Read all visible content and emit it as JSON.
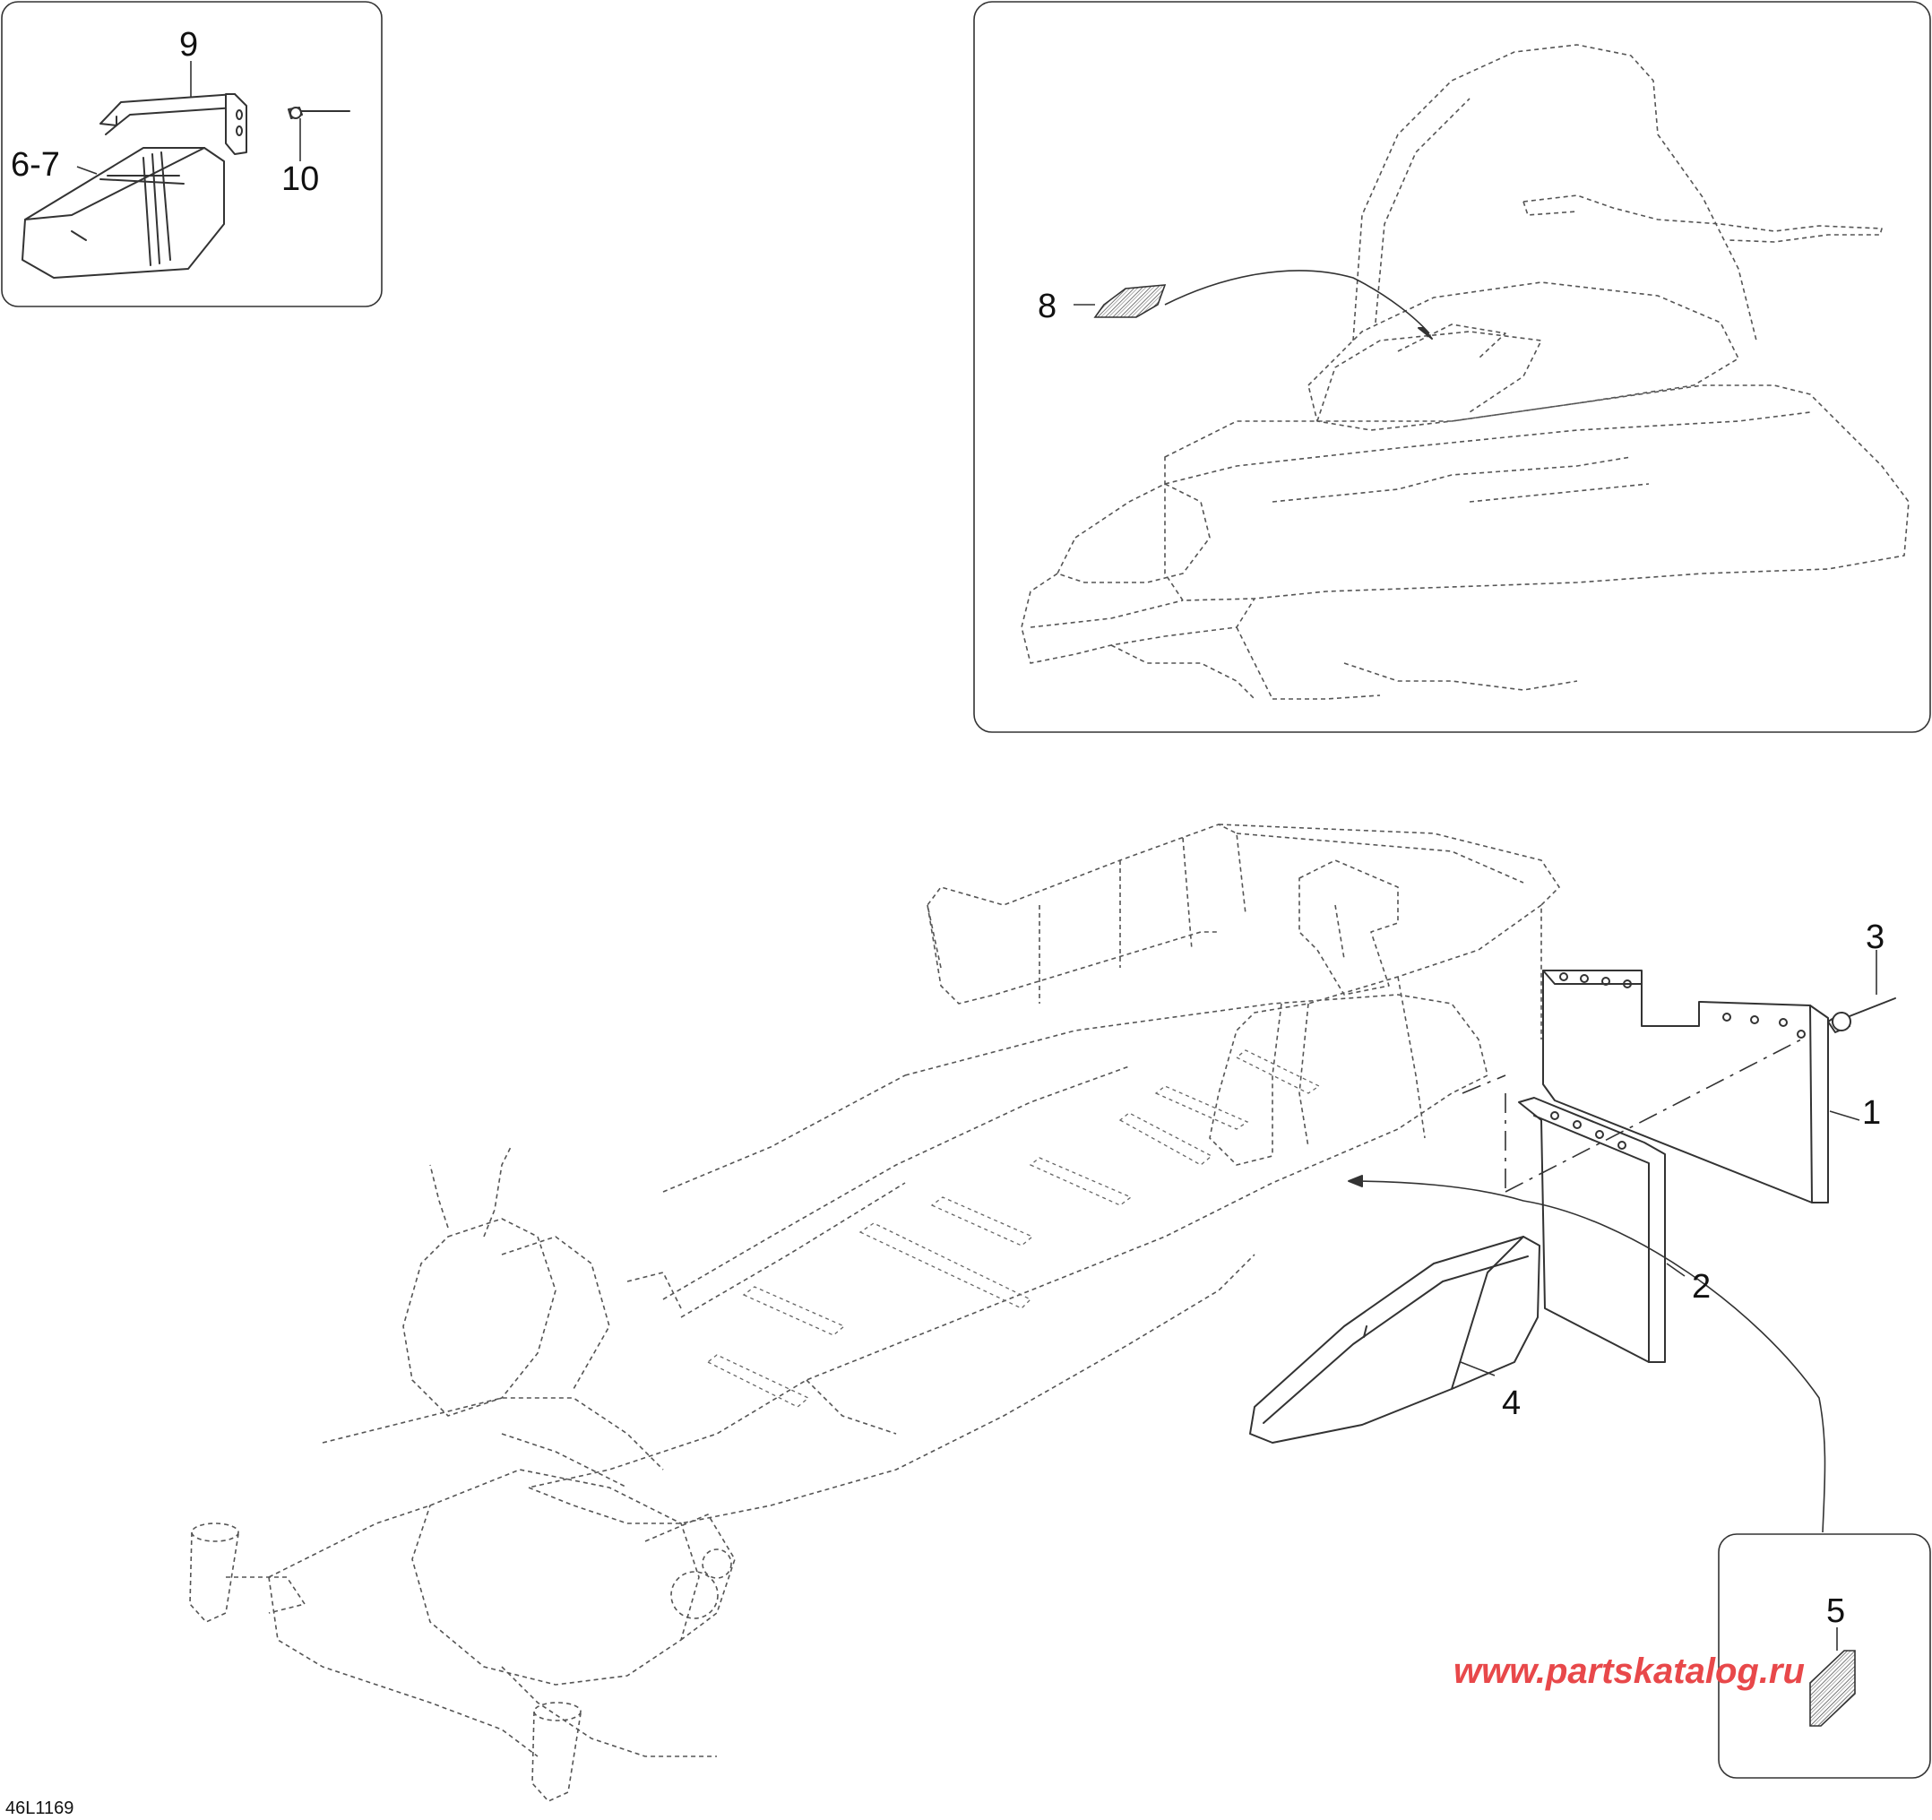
{
  "callouts": {
    "c1": "1",
    "c2": "2",
    "c3": "3",
    "c4": "4",
    "c5": "5",
    "c67": "6-7",
    "c8": "8",
    "c9": "9",
    "c10": "10"
  },
  "drawing_code": "46L1169",
  "watermark": "www.partskatalog.ru",
  "colors": {
    "line": "#333333",
    "watermark": "#e8484a"
  }
}
